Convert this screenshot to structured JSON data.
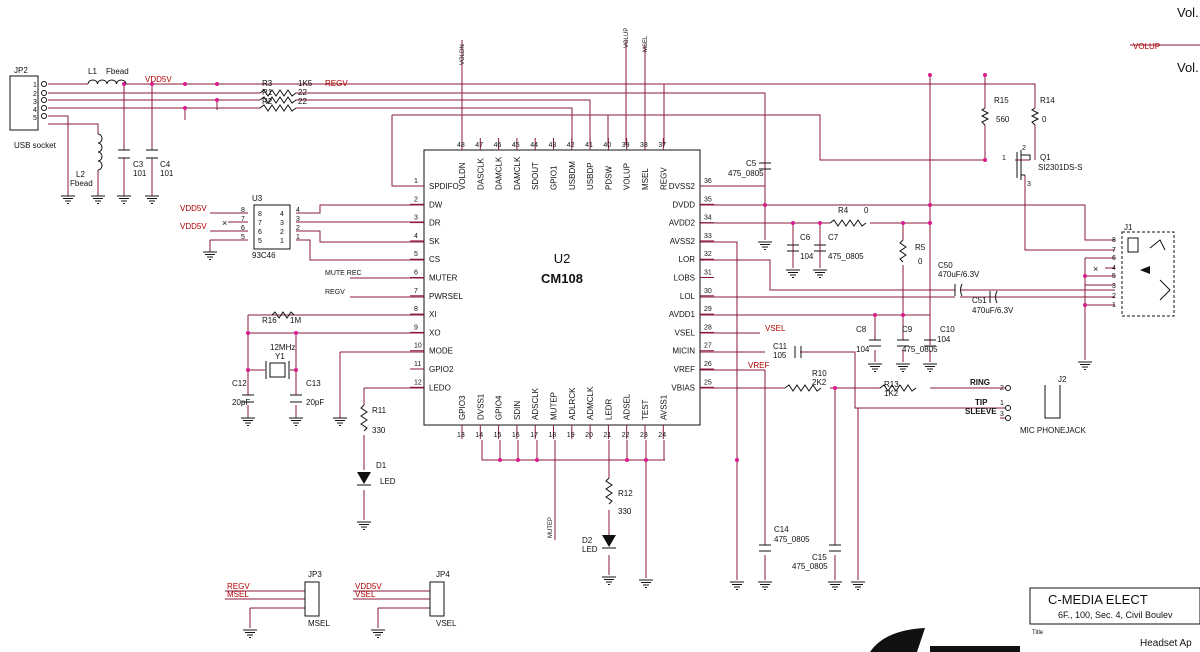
{
  "chip": {
    "ref": "U2",
    "name": "CM108",
    "left_pins": [
      {
        "num": "1",
        "name": "SPDIFO"
      },
      {
        "num": "2",
        "name": "DW"
      },
      {
        "num": "3",
        "name": "DR"
      },
      {
        "num": "4",
        "name": "SK"
      },
      {
        "num": "5",
        "name": "CS"
      },
      {
        "num": "6",
        "name": "MUTER"
      },
      {
        "num": "7",
        "name": "PWRSEL"
      },
      {
        "num": "8",
        "name": "XI"
      },
      {
        "num": "9",
        "name": "XO"
      },
      {
        "num": "10",
        "name": "MODE"
      },
      {
        "num": "11",
        "name": "GPIO2"
      },
      {
        "num": "12",
        "name": "LEDO"
      }
    ],
    "right_pins": [
      {
        "num": "36",
        "name": "DVSS2"
      },
      {
        "num": "35",
        "name": "DVDD"
      },
      {
        "num": "34",
        "name": "AVDD2"
      },
      {
        "num": "33",
        "name": "AVSS2"
      },
      {
        "num": "32",
        "name": "LOR"
      },
      {
        "num": "31",
        "name": "LOBS"
      },
      {
        "num": "30",
        "name": "LOL"
      },
      {
        "num": "29",
        "name": "AVDD1"
      },
      {
        "num": "28",
        "name": "VSEL"
      },
      {
        "num": "27",
        "name": "MICIN"
      },
      {
        "num": "26",
        "name": "VREF"
      },
      {
        "num": "25",
        "name": "VBIAS"
      }
    ],
    "top_pins": [
      {
        "num": "48",
        "name": "VOLDN"
      },
      {
        "num": "47",
        "name": "DASCLK"
      },
      {
        "num": "46",
        "name": "DAMCLK"
      },
      {
        "num": "45",
        "name": "DAMCLK"
      },
      {
        "num": "44",
        "name": "SDOUT"
      },
      {
        "num": "43",
        "name": "GPIO1"
      },
      {
        "num": "42",
        "name": "USBDM"
      },
      {
        "num": "41",
        "name": "USBDP"
      },
      {
        "num": "40",
        "name": "PDSW"
      },
      {
        "num": "39",
        "name": "VOLUP"
      },
      {
        "num": "38",
        "name": "MSEL"
      },
      {
        "num": "37",
        "name": "REGV"
      }
    ],
    "bottom_pins": [
      {
        "num": "13",
        "name": "GPIO3"
      },
      {
        "num": "14",
        "name": "DVSS1"
      },
      {
        "num": "15",
        "name": "GPIO4"
      },
      {
        "num": "16",
        "name": "SDIN"
      },
      {
        "num": "17",
        "name": "ADSCLK"
      },
      {
        "num": "18",
        "name": "MUTEP"
      },
      {
        "num": "19",
        "name": "ADLRCK"
      },
      {
        "num": "20",
        "name": "ADMCLK"
      },
      {
        "num": "21",
        "name": "LEDR"
      },
      {
        "num": "22",
        "name": "ADSEL"
      },
      {
        "num": "23",
        "name": "TEST"
      },
      {
        "num": "24",
        "name": "AVSS1"
      }
    ]
  },
  "parts": {
    "jp2": "JP2",
    "jp2_desc": "USB socket",
    "jp2_pins": [
      "1",
      "2",
      "3",
      "4",
      "5"
    ],
    "l1": "L1",
    "l1_val": "Fbead",
    "l2": "L2",
    "l2_val": "Fbead",
    "c3": "C3",
    "c3_val": "101",
    "c4": "C4",
    "c4_val": "101",
    "r3": "R3",
    "r3_val": "1K5",
    "r1": "R1",
    "r1_val": "22",
    "r2": "R2",
    "r2_val": "22",
    "u3": "U3",
    "u3_val": "93C46",
    "u3_left": [
      "8",
      "7",
      "6",
      "5"
    ],
    "u3_inner_l": [
      "8",
      "7",
      "6",
      "5"
    ],
    "u3_inner_r": [
      "4",
      "3",
      "2",
      "1"
    ],
    "u3_right": [
      "4",
      "3",
      "2",
      "1"
    ],
    "r16": "R16",
    "r16_val": "1M",
    "y1": "Y1",
    "y1_val": "12MHz",
    "c12": "C12",
    "c12_val": "20pF",
    "c13": "C13",
    "c13_val": "20pF",
    "r11": "R11",
    "r11_val": "330",
    "d1": "D1",
    "d1_val": "LED",
    "r12": "R12",
    "r12_val": "330",
    "d2": "D2",
    "d2_val": "LED",
    "c5": "C5",
    "c5_val": "475_0805",
    "c6": "C6",
    "c6_val": "104",
    "c7": "C7",
    "c7_val": "475_0805",
    "r4": "R4",
    "r4_val": "0",
    "r5": "R5",
    "r5_val": "0",
    "c50": "C50",
    "c50_val": "470uF/6.3V",
    "c51": "C51",
    "c51_val": "470uF/6.3V",
    "c8": "C8",
    "c8_val": "104",
    "c9": "C9",
    "c9_val": "475_0805",
    "c10": "C10",
    "c10_val": "104",
    "c11": "C11",
    "c11_val": "105",
    "r10": "R10",
    "r10_val": "2K2",
    "r13": "R13",
    "r13_val": "1K2",
    "c14": "C14",
    "c14_val": "475_0805",
    "c15": "C15",
    "c15_val": "475_0805",
    "r15": "R15",
    "r15_val": "560",
    "r14": "R14",
    "r14_val": "0",
    "q1": "Q1",
    "q1_val": "SI2301DS-S",
    "j1": "J1",
    "j1_pins": [
      "8",
      "7",
      "6",
      "4",
      "5",
      "3",
      "2",
      "1"
    ],
    "j2": "J2",
    "j2_desc": "MIC PHONEJACK",
    "jp3": "JP3",
    "jp3_desc": "MSEL",
    "jp4": "JP4",
    "jp4_desc": "VSEL",
    "q1_pin1": "1",
    "q1_pin2": "2",
    "q1_pin3": "3"
  },
  "nets": {
    "vdd5v": "VDD5V",
    "regv": "REGV",
    "mute_rec": "MUTE REC",
    "regv2": "REGV",
    "volup": "VOLUP",
    "msel": "MSEL",
    "voldn": "VOLDN",
    "mutep": "MUTEP",
    "vsel": "VSEL",
    "vref": "VREF",
    "ring": "RING",
    "tip": "TIP",
    "sleeve": "SLEEVE",
    "ring_pin": "2",
    "tip_pin": "1",
    "sleeve_pin": "3",
    "jp3_regv": "REGV",
    "jp3_msel": "MSEL",
    "jp4_vdd": "VDD5V",
    "jp4_vsel": "VSEL",
    "vdd5v_u3a": "VDD5V",
    "vdd5v_u3b": "VDD5V",
    "volup_right": "VOLUP"
  },
  "title_block": {
    "company": "C-MEDIA ELECT",
    "address": "6F., 100, Sec. 4, Civil Boulev",
    "title_label": "Title",
    "title": "Headset Ap",
    "vol1": "Vol.",
    "vol2": "Vol."
  }
}
